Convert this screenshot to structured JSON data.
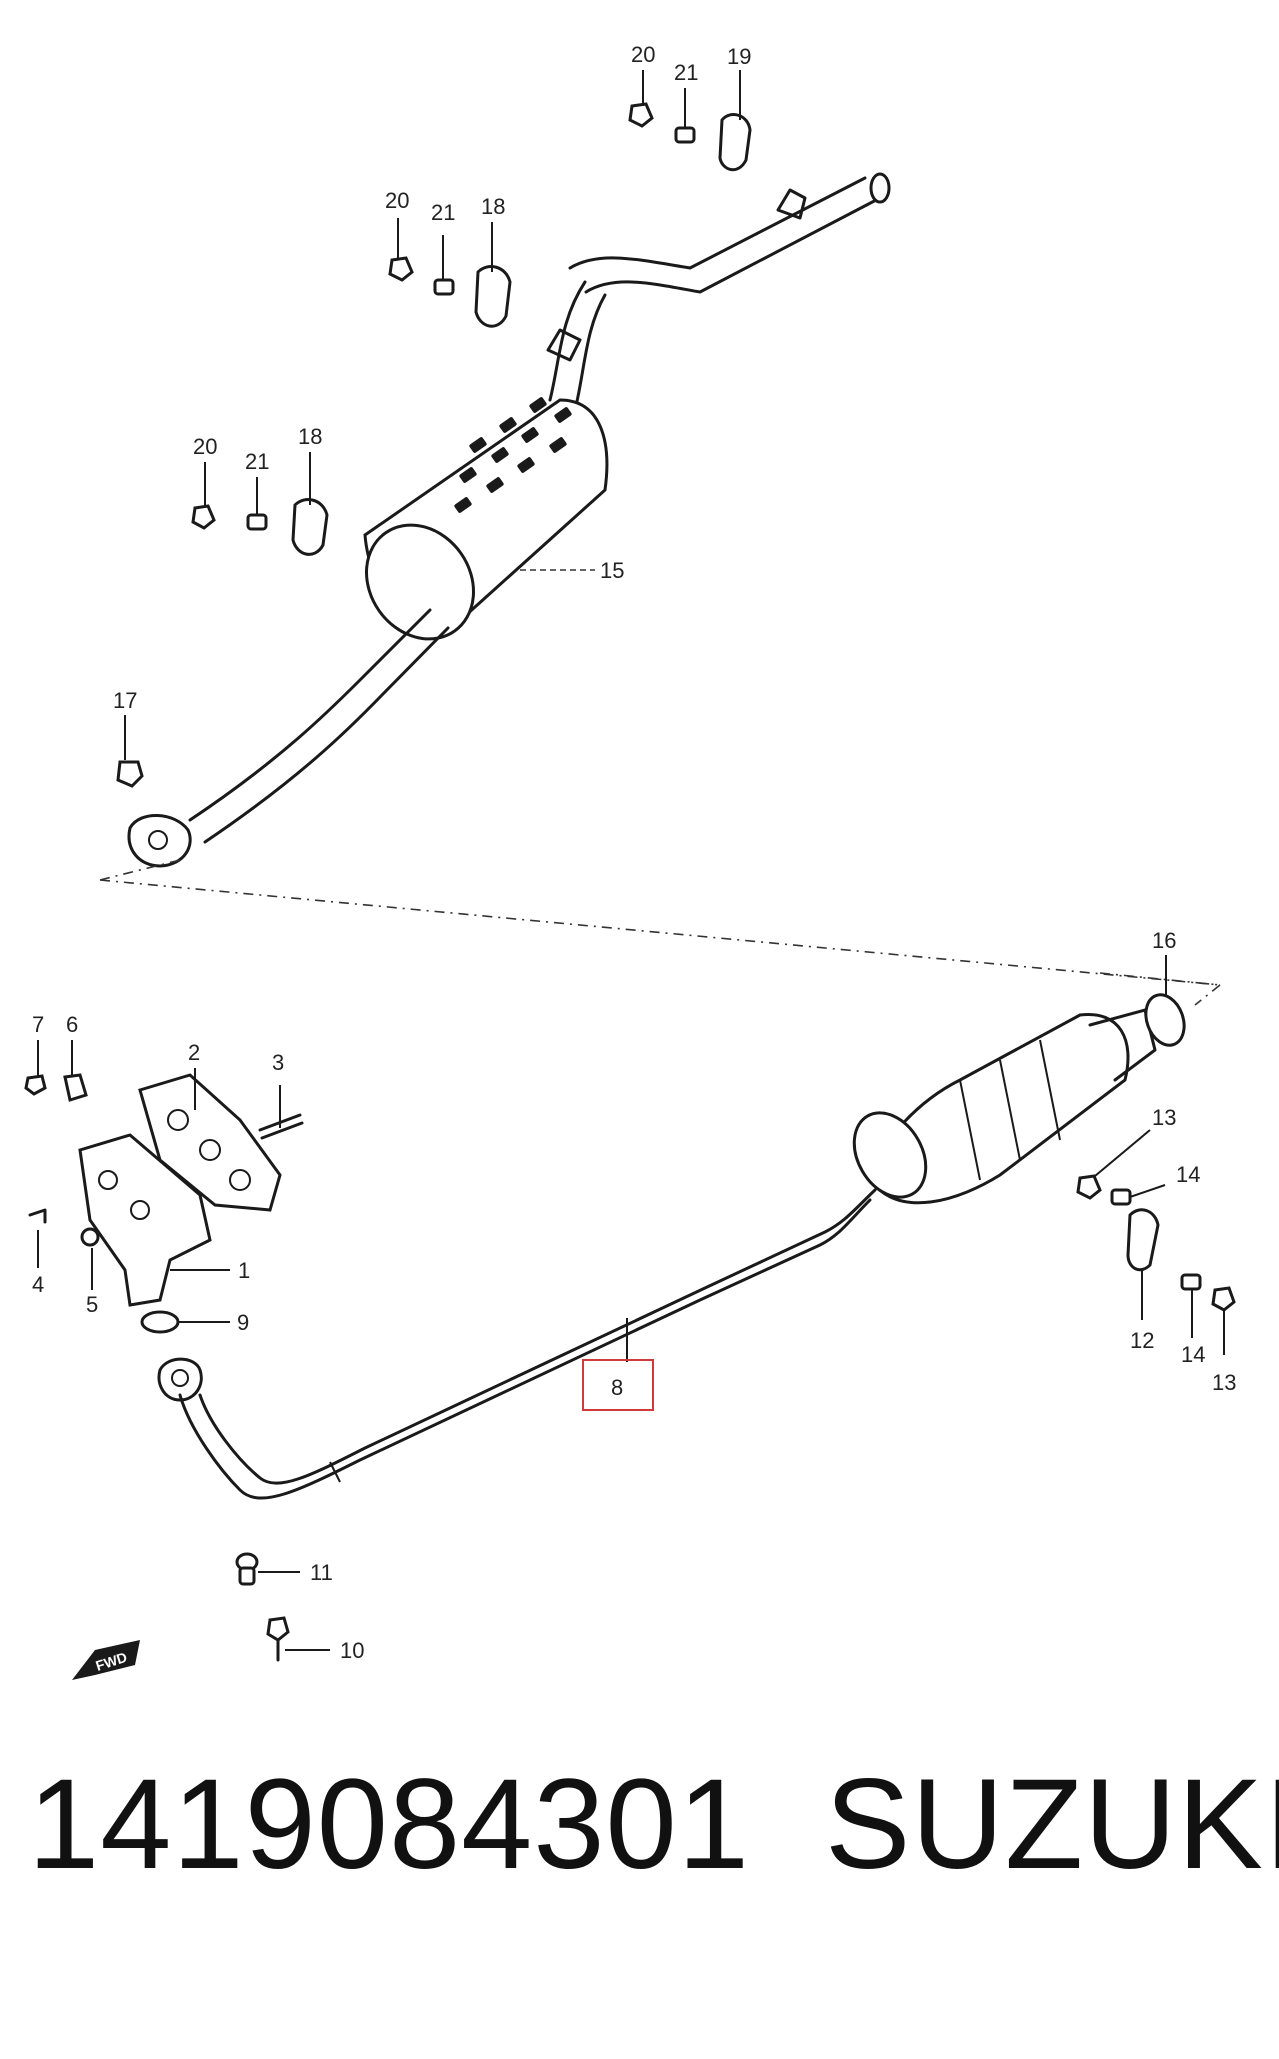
{
  "callouts": [
    {
      "label": "20"
    },
    {
      "label": "21"
    },
    {
      "label": "19"
    },
    {
      "label": "20"
    },
    {
      "label": "21"
    },
    {
      "label": "18"
    },
    {
      "label": "20"
    },
    {
      "label": "21"
    },
    {
      "label": "18"
    },
    {
      "label": "15"
    },
    {
      "label": "17"
    },
    {
      "label": "16"
    },
    {
      "label": "7"
    },
    {
      "label": "6"
    },
    {
      "label": "2"
    },
    {
      "label": "3"
    },
    {
      "label": "4"
    },
    {
      "label": "5"
    },
    {
      "label": "1"
    },
    {
      "label": "9"
    },
    {
      "label": "8"
    },
    {
      "label": "13"
    },
    {
      "label": "14"
    },
    {
      "label": "12"
    },
    {
      "label": "14"
    },
    {
      "label": "13"
    },
    {
      "label": "11"
    },
    {
      "label": "10"
    }
  ],
  "fwd_mark": "FWD",
  "highlighted_label": "8",
  "part_number": "1419084301",
  "brand": "SUZUKI",
  "colors": {
    "highlight": "#d03a3a",
    "line": "#1a1a1a"
  }
}
